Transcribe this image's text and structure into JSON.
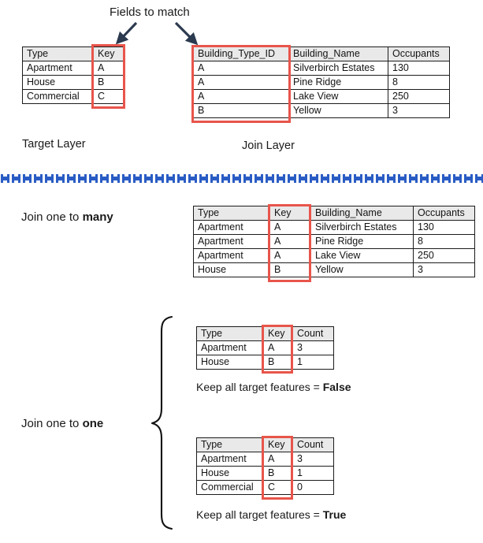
{
  "annotations": {
    "fields_to_match": "Fields to match",
    "target_layer_label": "Target Layer",
    "join_layer_label": "Join Layer",
    "join_one_to_many_prefix": "Join one to ",
    "join_one_to_many_emph": "many",
    "join_one_to_one_prefix": "Join one to ",
    "join_one_to_one_emph": "one",
    "keep_all_false_prefix": "Keep all target features = ",
    "keep_all_false_emph": "False",
    "keep_all_true_prefix": "Keep all target features = ",
    "keep_all_true_emph": "True"
  },
  "colors": {
    "highlight_red": "#e8554b",
    "header_grey": "#e9e9e9",
    "border_black": "#1c1c1c",
    "arrow_navy": "#2b3a4f",
    "divider_blue": "#2a5cc4"
  },
  "target_table": {
    "headers": [
      "Type",
      "Key"
    ],
    "rows": [
      [
        "Apartment",
        "A"
      ],
      [
        "House",
        "B"
      ],
      [
        "Commercial",
        "C"
      ]
    ],
    "highlight_column": "Key"
  },
  "join_table": {
    "headers": [
      "Building_Type_ID",
      "Building_Name",
      "Occupants"
    ],
    "rows": [
      [
        "A",
        "Silverbirch Estates",
        "130"
      ],
      [
        "A",
        "Pine Ridge",
        "8"
      ],
      [
        "A",
        "Lake View",
        "250"
      ],
      [
        "B",
        "Yellow",
        "3"
      ]
    ],
    "highlight_column": "Building_Type_ID"
  },
  "one_to_many_table": {
    "headers": [
      "Type",
      "Key",
      "Building_Name",
      "Occupants"
    ],
    "rows": [
      [
        "Apartment",
        "A",
        "Silverbirch Estates",
        "130"
      ],
      [
        "Apartment",
        "A",
        "Pine Ridge",
        "8"
      ],
      [
        "Apartment",
        "A",
        "Lake View",
        "250"
      ],
      [
        "House",
        "B",
        "Yellow",
        "3"
      ]
    ],
    "highlight_column": "Key"
  },
  "one_to_one_false_table": {
    "headers": [
      "Type",
      "Key",
      "Count"
    ],
    "rows": [
      [
        "Apartment",
        "A",
        "3"
      ],
      [
        "House",
        "B",
        "1"
      ]
    ],
    "highlight_column": "Key"
  },
  "one_to_one_true_table": {
    "headers": [
      "Type",
      "Key",
      "Count"
    ],
    "rows": [
      [
        "Apartment",
        "A",
        "3"
      ],
      [
        "House",
        "B",
        "1"
      ],
      [
        "Commercial",
        "C",
        "0"
      ]
    ],
    "highlight_column": "Key"
  },
  "icons": {
    "arrow_left_down": "arrow-down-left-icon",
    "arrow_right_down": "arrow-down-right-icon",
    "brace": "curly-brace-icon",
    "divider": "dashed-divider-icon"
  }
}
